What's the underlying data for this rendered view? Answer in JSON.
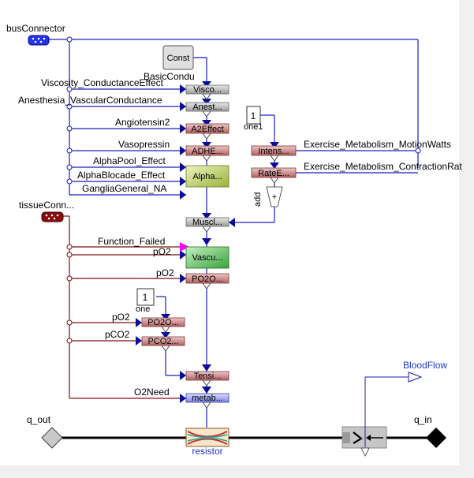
{
  "colors": {
    "bus_line": "#1c1cbe",
    "tissue_line": "#7a1010",
    "grey_block": "#b8b8b8",
    "red_block": "#c98a8a",
    "blue_block": "#a9aef0",
    "green_block": "#8fd08f",
    "olive_block": "#c7d68c",
    "magenta_input": "#ff00ff",
    "label_blue": "#1f36c8"
  },
  "connectors": {
    "bus": "busConnector",
    "tissue": "tissueConn...",
    "q_out": "q_out",
    "q_in": "q_in",
    "blood_flow": "BloodFlow"
  },
  "constants": {
    "const_block": "Const",
    "one1_value": "1",
    "one1_name": "one1",
    "one_value": "1",
    "one_name": "one"
  },
  "bus_labels": {
    "basic": "BasicCondu",
    "viscosity": "Viscosity_ConductanceEffect",
    "anesthesia": "Anesthesia_VascularConductance",
    "angiotensin": "Angiotensin2",
    "vasopressin": "Vasopressin",
    "alphapool": "AlphaPool_Effect",
    "alphablocade": "AlphaBlocade_Effect",
    "ganglia": "GangliaGeneral_NA",
    "motion_watts": "Exercise_Metabolism_MotionWatts",
    "contraction": "Exercise_Metabolism_ContractionRat"
  },
  "tissue_labels": {
    "function_failed": "Function_Failed",
    "po2_a": "pO2",
    "po2_b": "pO2",
    "po2_c": "pO2",
    "pco2": "pCO2",
    "o2need": "O2Need"
  },
  "blocks": {
    "visco": "Visco...",
    "anest": "Anest...",
    "a2effect": "A2Effect",
    "adhe": "ADHE...",
    "alpha": "Alpha...",
    "intens": "Intens...",
    "rate": "RateE...",
    "add": "add",
    "muscl": "Muscl...",
    "vascu": "Vascu...",
    "po2o_main": "PO2O...",
    "po2o_b": "PO2O...",
    "pco2_b": "PCO2...",
    "tensi": "Tensi...",
    "metab": "metab...",
    "resistor": "resistor"
  }
}
